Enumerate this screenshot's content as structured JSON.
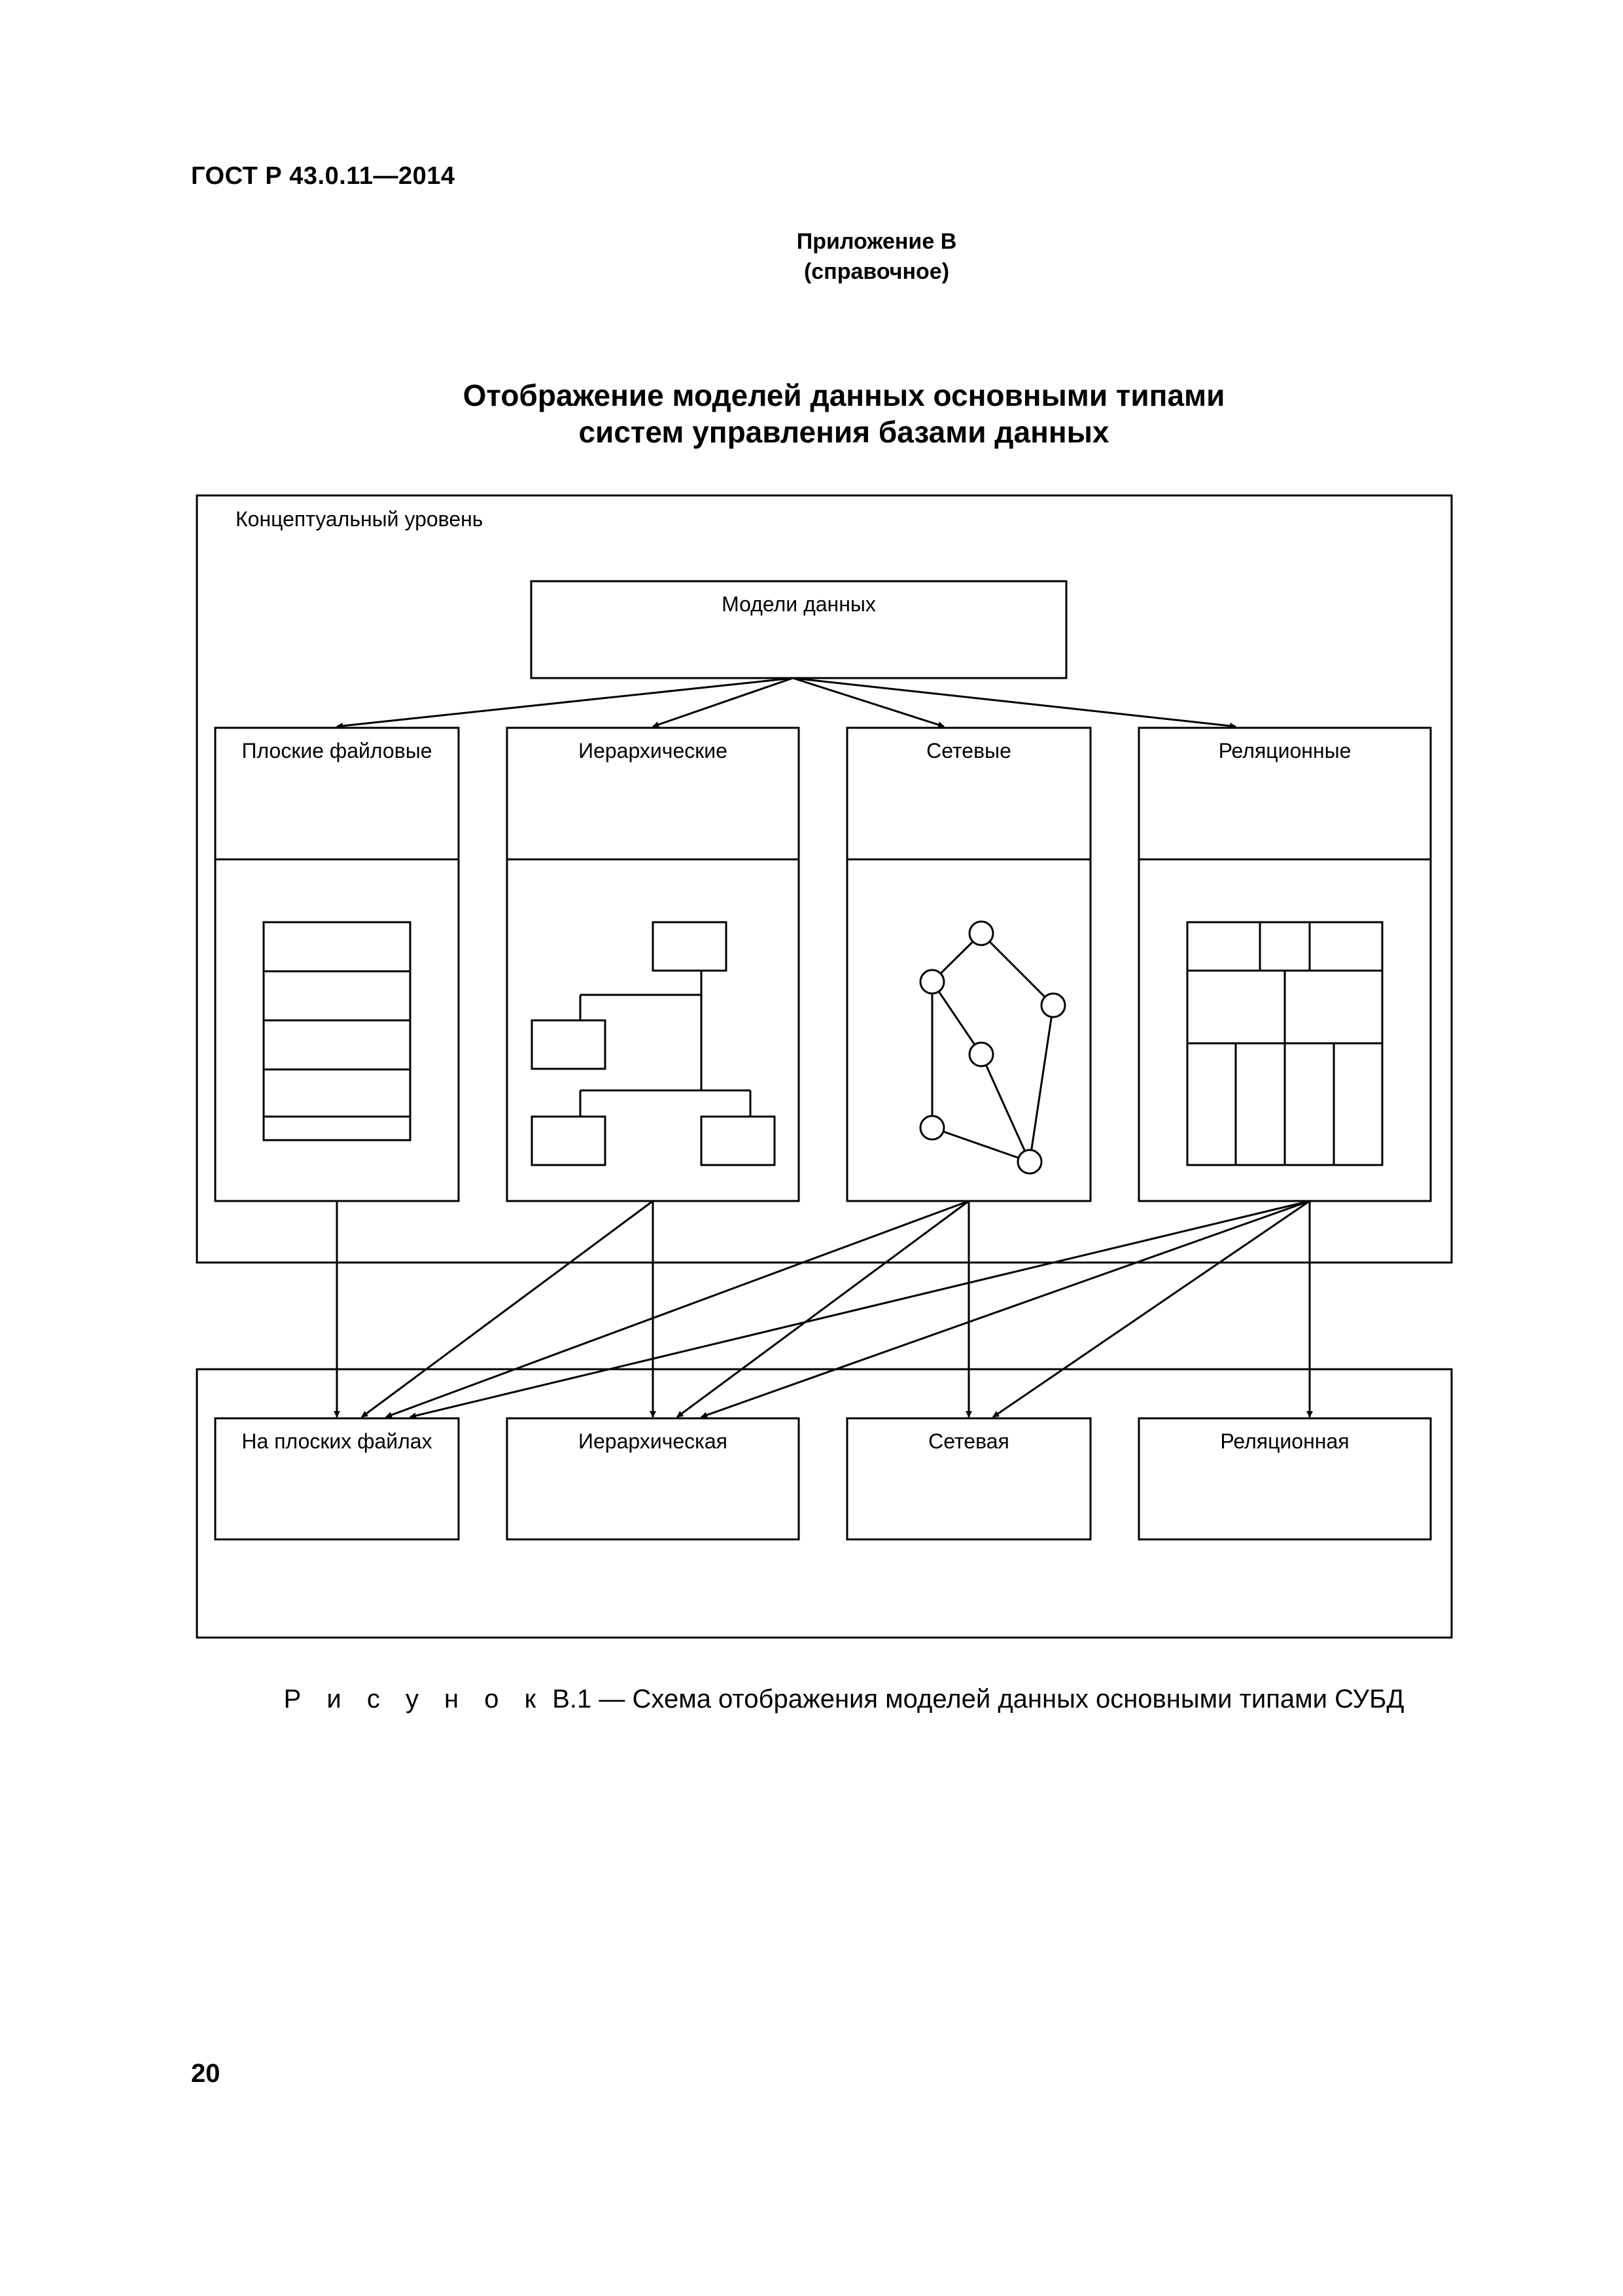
{
  "header": {
    "doc_code": "ГОСТ Р 43.0.11—2014",
    "appendix_title": "Приложение В",
    "appendix_type": "(справочное)"
  },
  "title": {
    "line1": "Отображение моделей данных основными типами",
    "line2": "систем управления базами данных"
  },
  "diagram": {
    "conceptual_level_label": "Концептуальный уровень",
    "data_models_label": "Модели данных",
    "models": [
      {
        "label": "Плоские файловые"
      },
      {
        "label": "Иерархические"
      },
      {
        "label": "Сетевые"
      },
      {
        "label": "Реляционные"
      }
    ],
    "dbms_types": [
      {
        "label": "На плоских файлах"
      },
      {
        "label": "Иерархическая"
      },
      {
        "label": "Сетевая"
      },
      {
        "label": "Реляционная"
      }
    ],
    "mappings": [
      {
        "from": "Плоские файловые",
        "to": [
          "На плоских файлах"
        ]
      },
      {
        "from": "Иерархические",
        "to": [
          "На плоских файлах",
          "Иерархическая"
        ]
      },
      {
        "from": "Сетевые",
        "to": [
          "На плоских файлах",
          "Иерархическая",
          "Сетевая"
        ]
      },
      {
        "from": "Реляционные",
        "to": [
          "На плоских файлах",
          "Иерархическая",
          "Сетевая",
          "Реляционная"
        ]
      }
    ]
  },
  "caption": {
    "label": "Р и с у н о к",
    "text": "В.1 — Схема отображения моделей данных основными типами СУБД"
  },
  "page_number": "20"
}
